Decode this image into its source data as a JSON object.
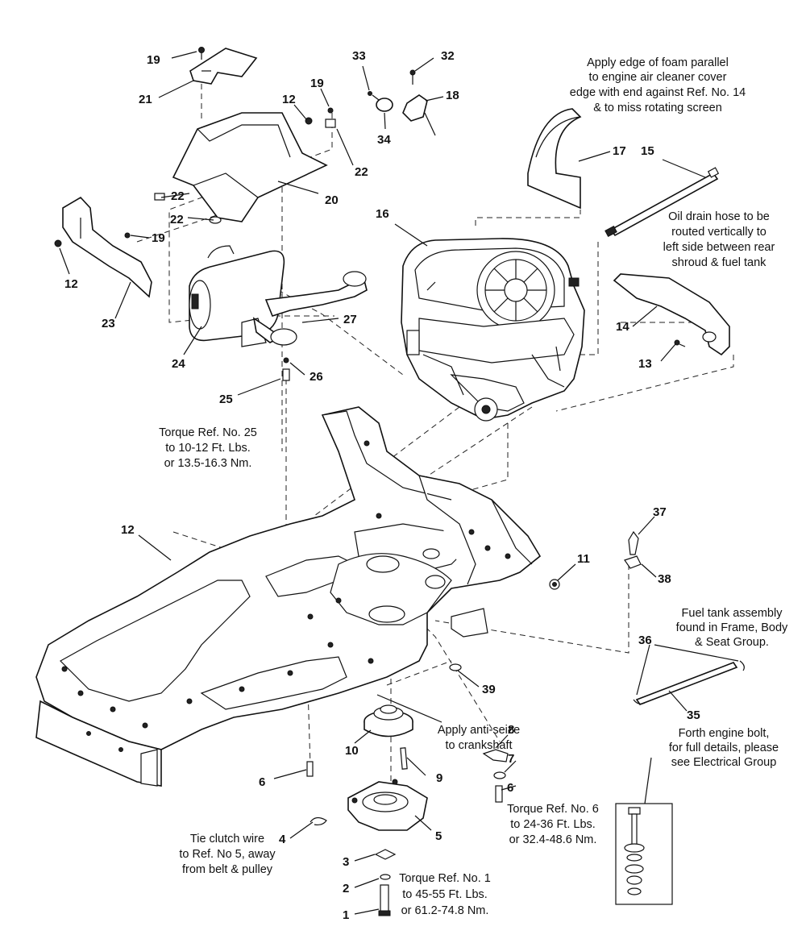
{
  "diagram": {
    "notes": {
      "foam": [
        "Apply edge of foam parallel",
        "to engine air cleaner cover",
        "edge with end against Ref. No. 14",
        "& to miss rotating screen"
      ],
      "oil_hose": [
        "Oil drain hose to be",
        "routed vertically to",
        "left side between rear",
        "shroud & fuel tank"
      ],
      "torque25": [
        "Torque Ref. No. 25",
        "to 10-12 Ft. Lbs.",
        "or 13.5-16.3 Nm."
      ],
      "fuel_tank": [
        "Fuel tank assembly",
        "found in Frame, Body",
        "& Seat Group."
      ],
      "anti_seize": [
        "Apply anti-seize",
        "to crankshaft"
      ],
      "engine_bolt": [
        "Forth engine bolt,",
        "for full details, please",
        "see Electrical Group"
      ],
      "torque6": [
        "Torque Ref. No. 6",
        "to 24-36 Ft. Lbs.",
        "or 32.4-48.6 Nm."
      ],
      "clutch_wire": [
        "Tie clutch wire",
        "to Ref. No 5, away",
        "from belt & pulley"
      ],
      "torque1": [
        "Torque Ref. No. 1",
        "to 45-55 Ft. Lbs.",
        "or 61.2-74.8 Nm."
      ]
    },
    "callouts": {
      "c19a": "19",
      "c21": "21",
      "c12a": "12",
      "c19b": "19",
      "c22a": "22",
      "c20": "20",
      "c22b": "22",
      "c22c": "22",
      "c19c": "19",
      "c12b": "12",
      "c23": "23",
      "c24": "24",
      "c27": "27",
      "c26": "26",
      "c25": "25",
      "c33": "33",
      "c32": "32",
      "c18": "18",
      "c34": "34",
      "c17": "17",
      "c16": "16",
      "c15": "15",
      "c14": "14",
      "c13": "13",
      "c12c": "12",
      "c11": "11",
      "c37": "37",
      "c38": "38",
      "c39": "39",
      "c36": "36",
      "c35": "35",
      "c10": "10",
      "c8": "8",
      "c7": "7",
      "c9": "9",
      "c6a": "6",
      "c6b": "6",
      "c5": "5",
      "c4": "4",
      "c3": "3",
      "c2": "2",
      "c1": "1"
    }
  }
}
